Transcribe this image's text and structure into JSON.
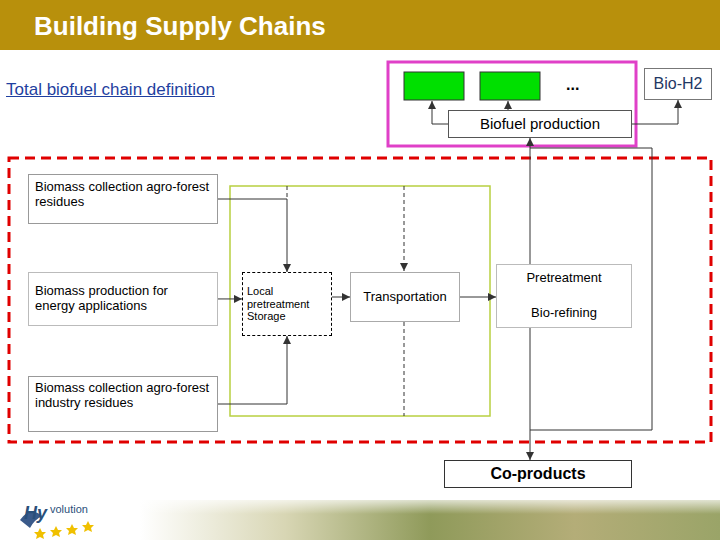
{
  "diagram": {
    "title": "Building Supply Chains",
    "nodes": [
      {
        "text": [
          "Bio-H2"
        ]
      },
      {
        "text": [
          "Biofuel production"
        ]
      },
      {
        "text": [
          "Biomass collection agro-forest residues"
        ]
      },
      {
        "text": [
          "Biomass production for energy applications"
        ]
      },
      {
        "text": [
          "Local pretreatment Storage"
        ]
      },
      {
        "text": [
          "Transportation"
        ]
      },
      {
        "text": [
          "Pretreatment",
          "Bio-refining"
        ]
      },
      {
        "text": [
          "Biomass collection agro-forest industry residues"
        ]
      },
      {
        "text": [
          "Co-products"
        ]
      }
    ],
    "edges": [
      {
        "from": 1,
        "to": 0,
        "arrow": "to"
      },
      {
        "from": 2,
        "to": 4,
        "arrow": "to"
      },
      {
        "from": 3,
        "to": 4,
        "arrow": "to"
      },
      {
        "from": 7,
        "to": 4,
        "arrow": "to"
      },
      {
        "from": 4,
        "to": 5,
        "arrow": "to"
      },
      {
        "from": 5,
        "to": 6,
        "arrow": "to"
      },
      {
        "from": 6,
        "to": 1,
        "arrow": "to"
      },
      {
        "from": 6,
        "to": 8,
        "arrow": "to"
      }
    ],
    "labels": [
      "Total biofuel chain definition",
      "...",
      "Hy",
      "volution"
    ]
  }
}
